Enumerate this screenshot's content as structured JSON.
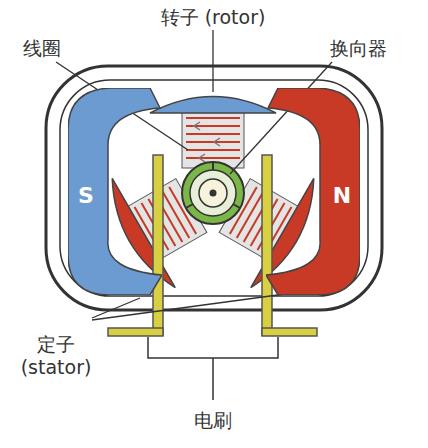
{
  "diagram": {
    "nodes": [
      {
        "text": [
          "S"
        ]
      },
      {
        "text": [
          "N"
        ]
      }
    ],
    "labels": [
      "转子 (rotor)",
      "线圈",
      "换向器",
      "定子 (stator)",
      "电刷"
    ]
  }
}
